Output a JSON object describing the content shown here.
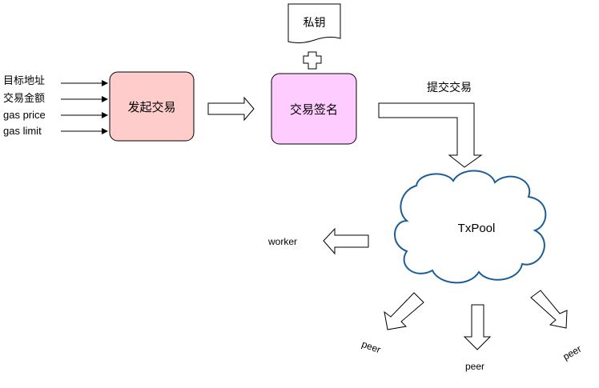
{
  "inputs": [
    "目标地址",
    "交易金额",
    "gas price",
    "gas limit"
  ],
  "nodes": {
    "initiate": {
      "label": "发起交易",
      "fill": "#ffcccc"
    },
    "sign": {
      "label": "交易签名",
      "fill": "#ffccff"
    },
    "private_key": {
      "label": "私钥"
    },
    "txpool": {
      "label": "TxPool",
      "stroke": "#1c5d99"
    }
  },
  "edges": {
    "submit_label": "提交交易",
    "worker_label": "worker",
    "peer_labels": [
      "peer",
      "peer",
      "peer"
    ]
  }
}
